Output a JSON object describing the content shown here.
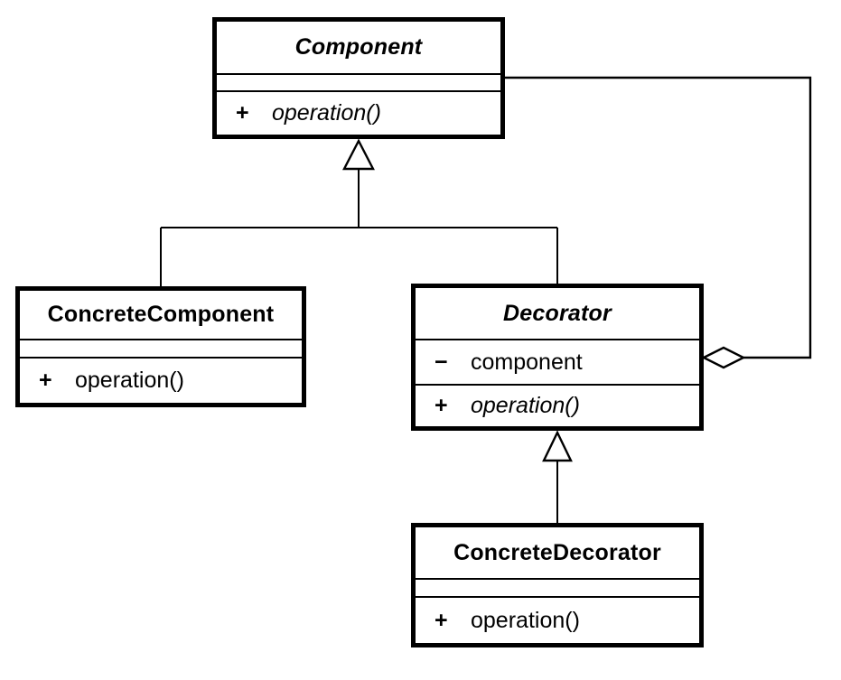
{
  "diagram": {
    "background_color": "#ffffff",
    "line_color": "#000000",
    "shape_fill_color": "#ffffff"
  },
  "classes": {
    "component": {
      "name": "Component",
      "methods": [
        {
          "visibility": "+",
          "name": "operation()"
        }
      ]
    },
    "concrete_component": {
      "name": "ConcreteComponent",
      "methods": [
        {
          "visibility": "+",
          "name": "operation()"
        }
      ]
    },
    "decorator": {
      "name": "Decorator",
      "attributes": [
        {
          "visibility": "−",
          "name": "component"
        }
      ],
      "methods": [
        {
          "visibility": "+",
          "name": "operation()"
        }
      ]
    },
    "concrete_decorator": {
      "name": "ConcreteDecorator",
      "methods": [
        {
          "visibility": "+",
          "name": "operation()"
        }
      ]
    }
  },
  "relationships": [
    {
      "type": "generalization",
      "from": "ConcreteComponent",
      "to": "Component"
    },
    {
      "type": "generalization",
      "from": "Decorator",
      "to": "Component"
    },
    {
      "type": "generalization",
      "from": "ConcreteDecorator",
      "to": "Decorator"
    },
    {
      "type": "aggregation",
      "from": "Decorator",
      "to": "Component"
    }
  ]
}
